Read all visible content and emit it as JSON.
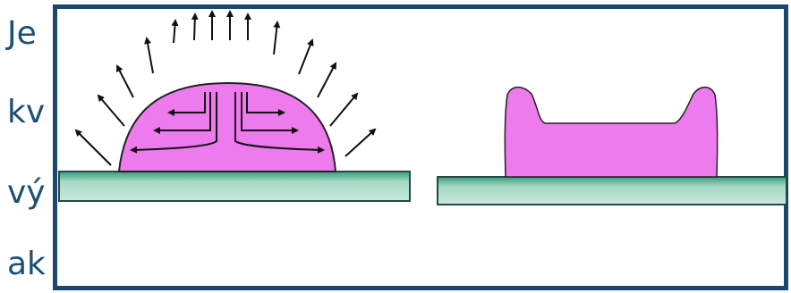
{
  "slide_text": {
    "line1": "Je",
    "line2": "kv",
    "line3": "vý",
    "line4": "ak"
  },
  "colors": {
    "text": "#1b4f73",
    "frame_border": "#1b4670",
    "droplet_fill": "#ee7bee",
    "droplet_stroke": "#222222",
    "substrate_fill": "#a6d9c6",
    "substrate_stroke": "#24484a",
    "arrow": "#111111"
  },
  "icons": {
    "flow_arrows": "arrow-icon",
    "evaporation_arrows": "arrow-up-icon"
  }
}
